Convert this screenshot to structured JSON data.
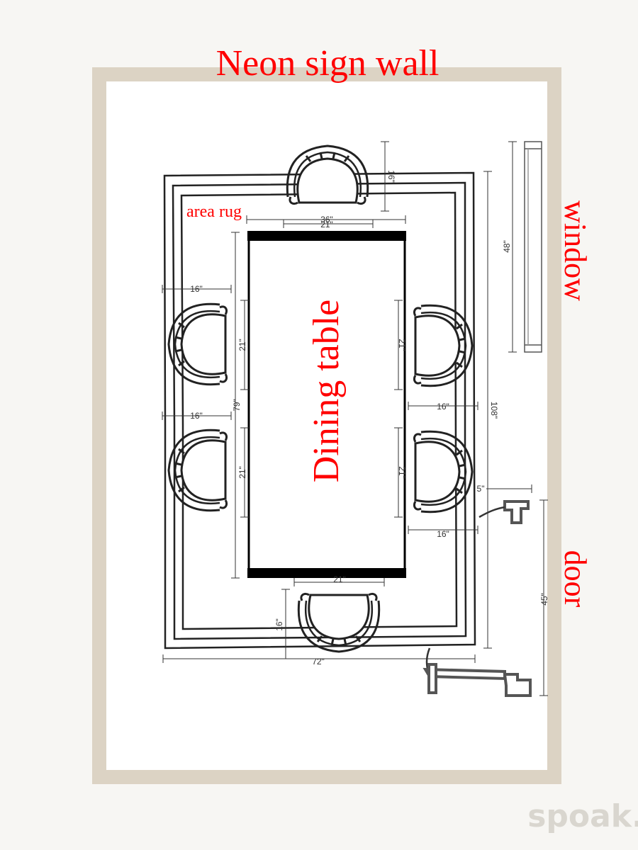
{
  "labels": {
    "neon_wall": "Neon sign wall",
    "window": "window",
    "door": "door",
    "area_rug": "area rug",
    "dining_table": "Dining table"
  },
  "dimensions": {
    "top_chair_depth": "16\"",
    "table_width": "36\"",
    "top_chair_width": "21\"",
    "window_width": "48\"",
    "left_chair_depth_1": "16\"",
    "left_chair_depth_2": "16\"",
    "left_chair_width_1": "21\"",
    "left_chair_width_2": "21\"",
    "table_length": "79\"",
    "right_chair_width_1": "21\"",
    "right_chair_width_2": "21\"",
    "right_chair_depth_1": "16\"",
    "right_chair_depth_2": "16\"",
    "rug_length": "108\"",
    "door_clearance": "5\"",
    "door_width": "45\"",
    "bottom_chair_width": "21\"",
    "bottom_chair_depth": "16\"",
    "rug_width": "72\""
  },
  "watermark": "spoak.",
  "colors": {
    "room_border": "#dcd3c4",
    "label_red": "#ff0000",
    "line": "#222222",
    "table_edge": "#000000"
  }
}
